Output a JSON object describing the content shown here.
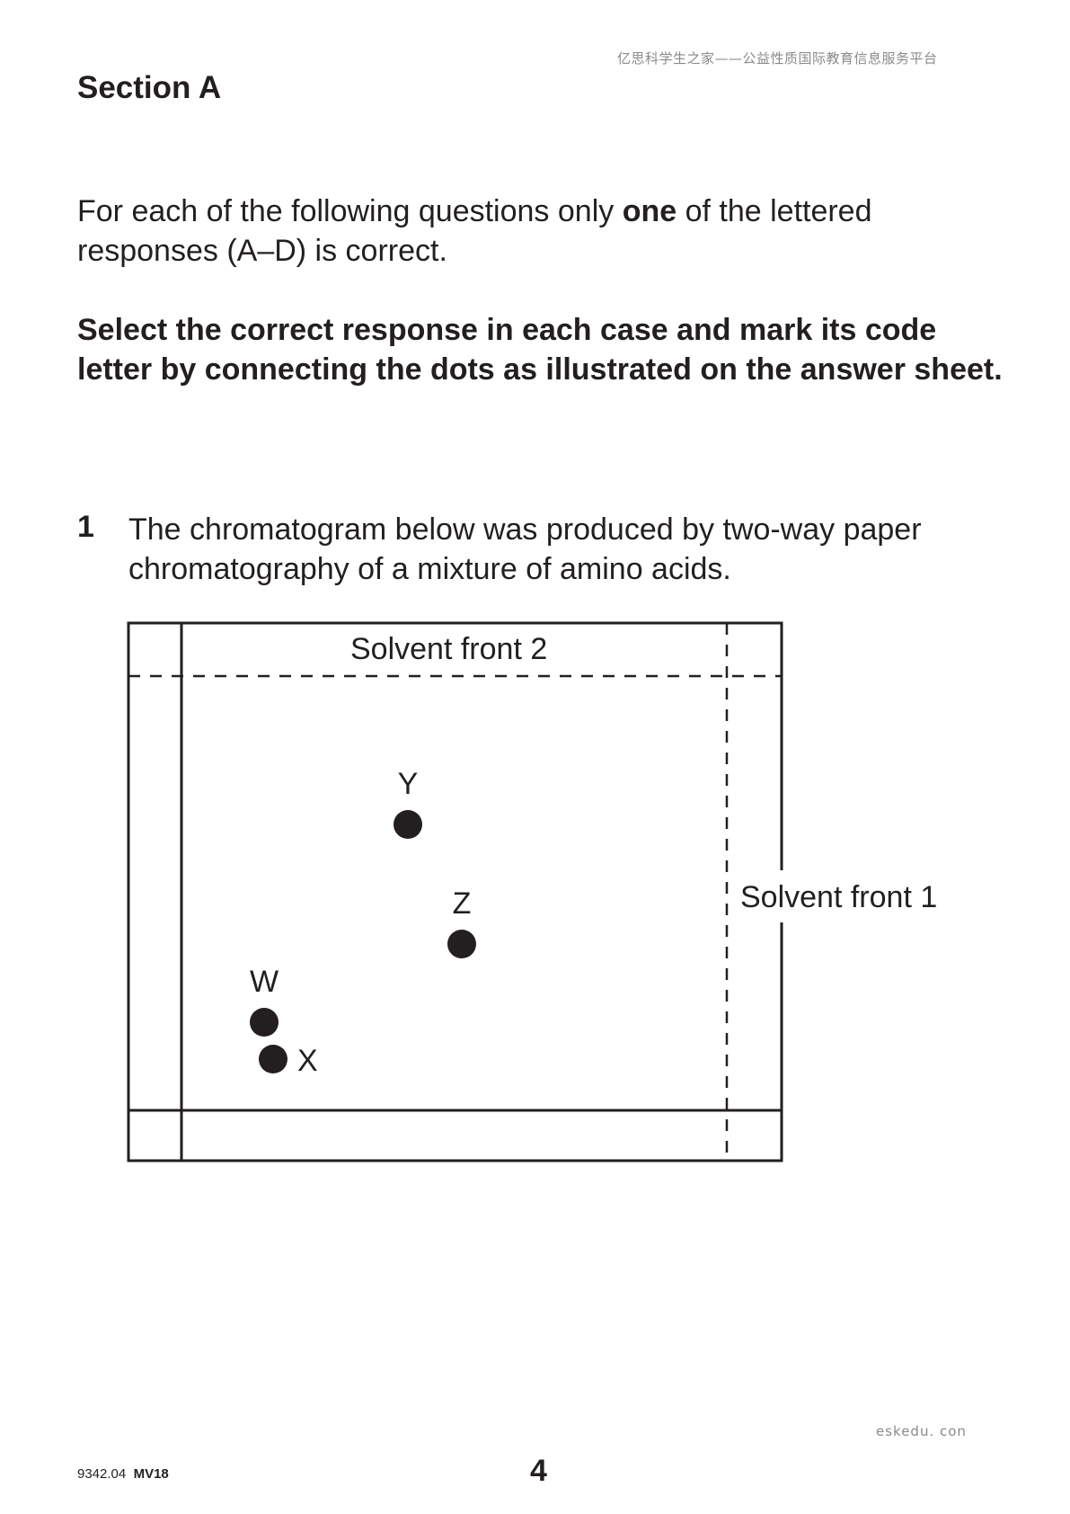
{
  "header": {
    "watermark": "亿思科学生之家——公益性质国际教育信息服务平台"
  },
  "section": {
    "title": "Section A"
  },
  "intro": {
    "text_before": "For each of the following questions only ",
    "emphasis": "one",
    "text_after": " of the lettered responses (A–D) is correct."
  },
  "instruction": "Select the correct response in each case and mark its code letter by connecting the dots as illustrated on the answer sheet.",
  "question": {
    "number": "1",
    "text": "The chromatogram below was produced by two-way paper chromatography of a mixture of amino acids."
  },
  "diagram": {
    "solvent_front_2": "Solvent front 2",
    "solvent_front_1": "Solvent front 1",
    "spots": {
      "W": "W",
      "X": "X",
      "Y": "Y",
      "Z": "Z"
    }
  },
  "footer": {
    "site": "eskedu. con",
    "code": "9342.04",
    "version": "MV18",
    "page": "4"
  }
}
